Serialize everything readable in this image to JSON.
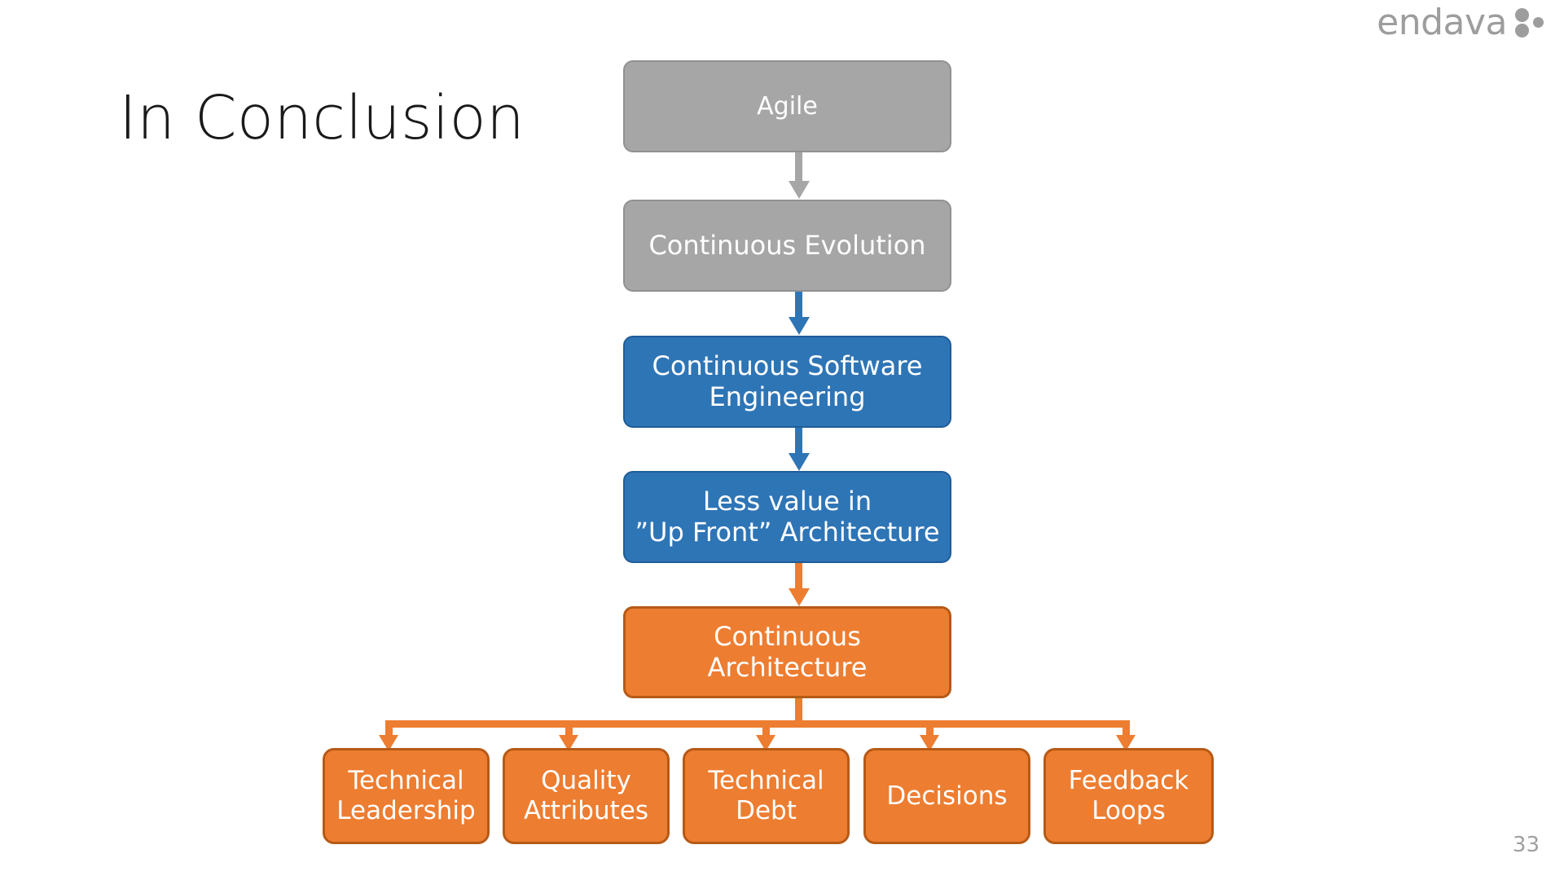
{
  "slide": {
    "title": "In Conclusion",
    "slide_number": "33",
    "background_color": "#ffffff"
  },
  "brand": {
    "wordmark": "endava",
    "logo_color": "#9d9d9d",
    "mark_name": "endava-dots-mark"
  },
  "palette": {
    "gray": "#a6a6a6",
    "gray_border": "#919191",
    "blue": "#2e75b6",
    "blue_border": "#1f5c97",
    "orange": "#ed7d31",
    "orange_border": "#b65a16",
    "text_on_node": "#ffffff",
    "title_color": "#1a1a1a",
    "slide_number_color": "#a0a0a0"
  },
  "chart_data": {
    "type": "diagram",
    "diagram_kind": "flowchart",
    "title": "In Conclusion",
    "orientation": "top-to-bottom",
    "nodes": [
      {
        "id": "agile",
        "label": "Agile",
        "color": "gray",
        "level": 1
      },
      {
        "id": "evolution",
        "label": "Continuous Evolution",
        "color": "gray",
        "level": 2
      },
      {
        "id": "cse",
        "label": "Continuous Software Engineering",
        "color": "blue",
        "level": 3
      },
      {
        "id": "lessvalue",
        "label": "Less value in ”Up Front” Architecture",
        "color": "blue",
        "level": 4
      },
      {
        "id": "contarch",
        "label": "Continuous Architecture",
        "color": "orange",
        "level": 5
      },
      {
        "id": "leaf1",
        "label": "Technical Leadership",
        "color": "orange",
        "level": 6
      },
      {
        "id": "leaf2",
        "label": "Quality Attributes",
        "color": "orange",
        "level": 6
      },
      {
        "id": "leaf3",
        "label": "Technical Debt",
        "color": "orange",
        "level": 6
      },
      {
        "id": "leaf4",
        "label": "Decisions",
        "color": "orange",
        "level": 6
      },
      {
        "id": "leaf5",
        "label": "Feedback Loops",
        "color": "orange",
        "level": 6
      }
    ],
    "edges": [
      {
        "from": "agile",
        "to": "evolution",
        "color": "gray",
        "style": "arrow"
      },
      {
        "from": "evolution",
        "to": "cse",
        "color": "blue",
        "style": "arrow"
      },
      {
        "from": "cse",
        "to": "lessvalue",
        "color": "blue",
        "style": "arrow"
      },
      {
        "from": "lessvalue",
        "to": "contarch",
        "color": "orange",
        "style": "arrow"
      },
      {
        "from": "contarch",
        "to": "leaf1",
        "color": "orange",
        "style": "branch-arrow"
      },
      {
        "from": "contarch",
        "to": "leaf2",
        "color": "orange",
        "style": "branch-arrow"
      },
      {
        "from": "contarch",
        "to": "leaf3",
        "color": "orange",
        "style": "branch-arrow"
      },
      {
        "from": "contarch",
        "to": "leaf4",
        "color": "orange",
        "style": "branch-arrow"
      },
      {
        "from": "contarch",
        "to": "leaf5",
        "color": "orange",
        "style": "branch-arrow"
      }
    ]
  },
  "flow": {
    "agile": {
      "label": "Agile"
    },
    "evolution": {
      "label": "Continuous Evolution"
    },
    "cse": {
      "line1": "Continuous Software",
      "line2": "Engineering"
    },
    "lessvalue": {
      "line1": "Less value in",
      "line2": "”Up Front” Architecture"
    },
    "contarch": {
      "label": "Continuous Architecture"
    },
    "leaves": [
      {
        "line1": "Technical",
        "line2": "Leadership"
      },
      {
        "line1": "Quality",
        "line2": "Attributes"
      },
      {
        "line1": "Technical",
        "line2": "Debt"
      },
      {
        "line1": "Decisions",
        "line2": ""
      },
      {
        "line1": "Feedback",
        "line2": "Loops"
      }
    ]
  }
}
